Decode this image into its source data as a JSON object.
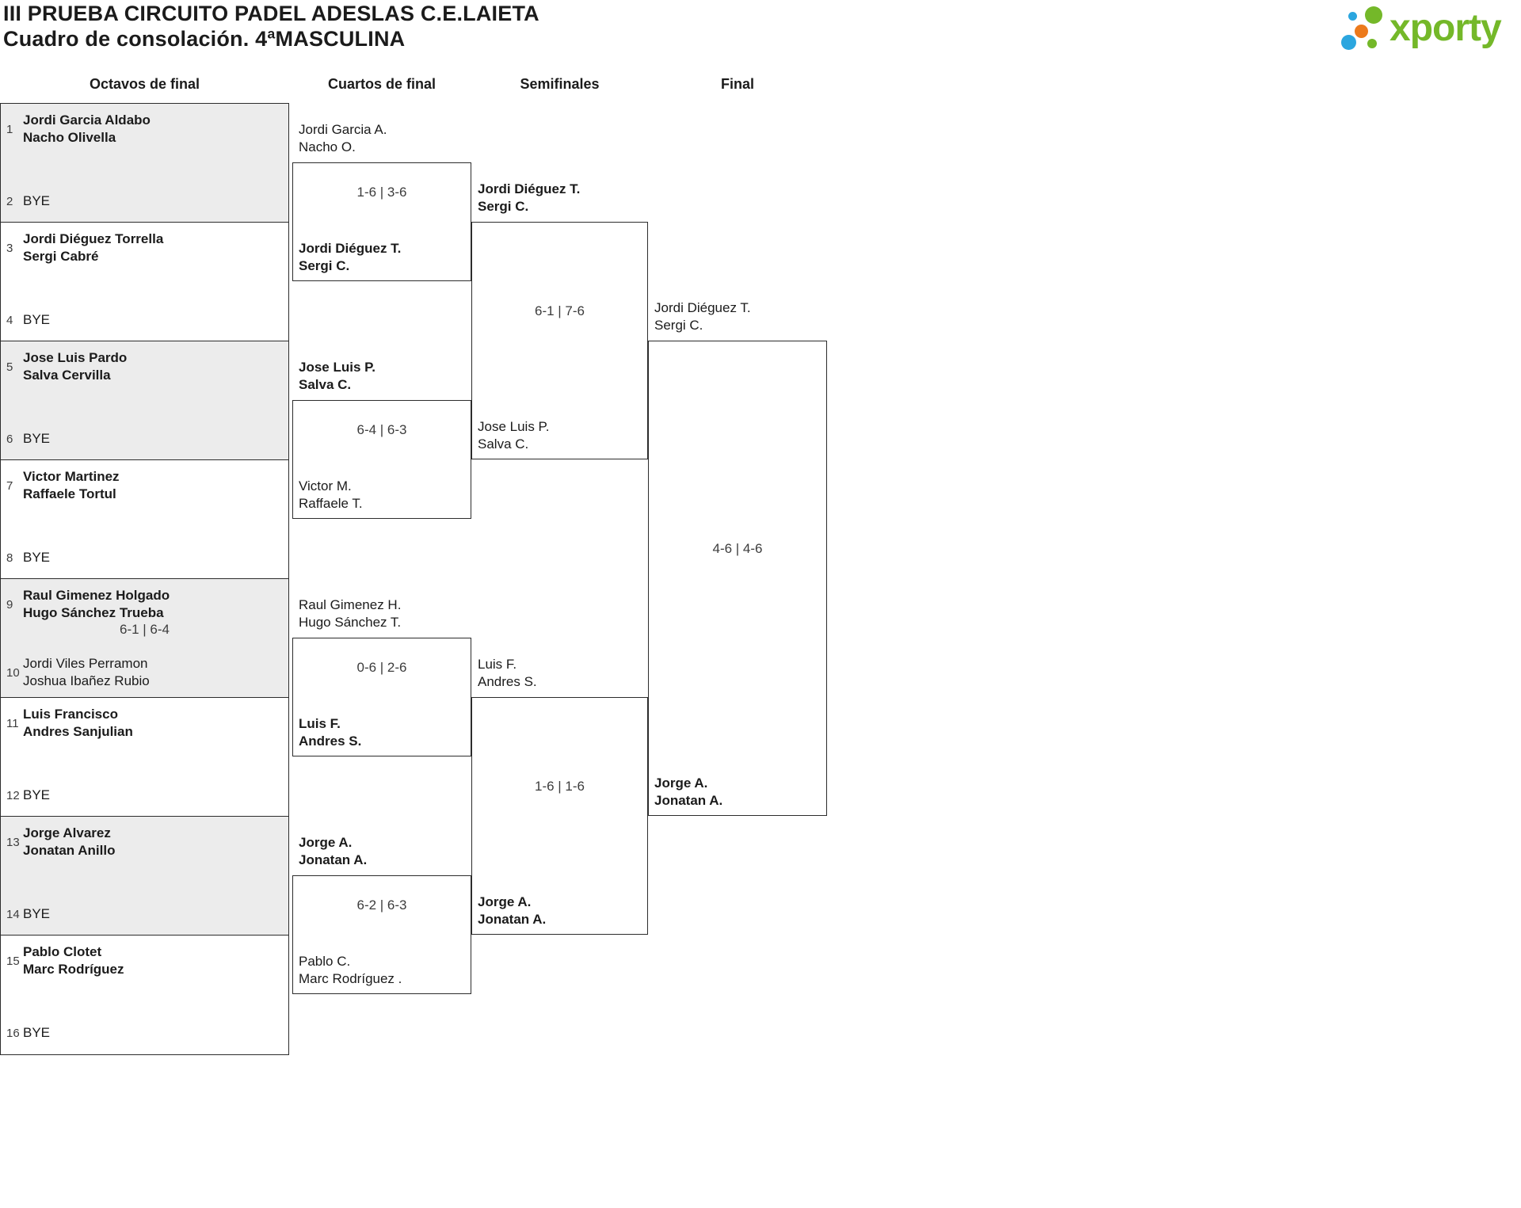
{
  "header": {
    "title_line1": "III PRUEBA CIRCUITO PADEL ADESLAS C.E.LAIETA",
    "title_line2": "Cuadro de consolación. 4ªMASCULINA",
    "logo_text": "xporty"
  },
  "colors": {
    "logo_green": "#74b829",
    "logo_blue": "#2ba6df",
    "logo_orange": "#ec7a1c",
    "bracket_line": "#2c2c2c",
    "match_shade": "#ececec"
  },
  "rounds": [
    "Octavos de final",
    "Cuartos de final",
    "Semifinales",
    "Final"
  ],
  "bracket": {
    "octavos_slots": [
      {
        "num": "1",
        "line1": "Jordi Garcia Aldabo",
        "line2": "Nacho Olivella",
        "winner": true
      },
      {
        "num": "2",
        "line1": "BYE"
      },
      {
        "num": "3",
        "line1": "Jordi Diéguez Torrella",
        "line2": "Sergi Cabré",
        "winner": true
      },
      {
        "num": "4",
        "line1": "BYE"
      },
      {
        "num": "5",
        "line1": "Jose Luis Pardo",
        "line2": "Salva Cervilla",
        "winner": true
      },
      {
        "num": "6",
        "line1": "BYE"
      },
      {
        "num": "7",
        "line1": "Victor Martinez",
        "line2": "Raffaele Tortul",
        "winner": true
      },
      {
        "num": "8",
        "line1": "BYE"
      },
      {
        "num": "9",
        "line1": "Raul Gimenez Holgado",
        "line2": "Hugo Sánchez Trueba",
        "winner": true
      },
      {
        "num": "10",
        "line1": "Jordi Viles Perramon",
        "line2": "Joshua Ibañez Rubio",
        "winner": false
      },
      {
        "num": "11",
        "line1": "Luis Francisco",
        "line2": "Andres Sanjulian",
        "winner": true
      },
      {
        "num": "12",
        "line1": "BYE"
      },
      {
        "num": "13",
        "line1": "Jorge Alvarez",
        "line2": "Jonatan Anillo",
        "winner": true
      },
      {
        "num": "14",
        "line1": "BYE"
      },
      {
        "num": "15",
        "line1": "Pablo Clotet",
        "line2": "Marc Rodríguez",
        "winner": true
      },
      {
        "num": "16",
        "line1": "BYE"
      }
    ],
    "octavos_score": "6-1 | 6-4",
    "cuartos_entries": [
      {
        "line1": "Jordi Garcia A.",
        "line2": "Nacho O.",
        "winner": false
      },
      {
        "line1": "Jordi Diéguez T.",
        "line2": "Sergi C.",
        "winner": true
      },
      {
        "line1": "Jose Luis P.",
        "line2": "Salva C.",
        "winner": true
      },
      {
        "line1": "Victor M.",
        "line2": "Raffaele T.",
        "winner": false
      },
      {
        "line1": "Raul Gimenez H.",
        "line2": "Hugo Sánchez T.",
        "winner": false
      },
      {
        "line1": "Luis F.",
        "line2": "Andres S.",
        "winner": true
      },
      {
        "line1": "Jorge A.",
        "line2": "Jonatan A.",
        "winner": true
      },
      {
        "line1": "Pablo C.",
        "line2": "Marc Rodríguez .",
        "winner": false
      }
    ],
    "cuartos_scores": [
      "1-6 | 3-6",
      "6-4 | 6-3",
      "0-6 | 2-6",
      "6-2 | 6-3"
    ],
    "semis_entries": [
      {
        "line1": "Jordi Diéguez T.",
        "line2": "Sergi C.",
        "winner": true
      },
      {
        "line1": "Jose Luis P.",
        "line2": "Salva C.",
        "winner": false
      },
      {
        "line1": "Luis F.",
        "line2": "Andres S.",
        "winner": false
      },
      {
        "line1": "Jorge A.",
        "line2": "Jonatan A.",
        "winner": true
      }
    ],
    "semis_scores": [
      "6-1 | 7-6",
      "1-6 | 1-6"
    ],
    "final_entries": [
      {
        "line1": "Jordi Diéguez T.",
        "line2": "Sergi C.",
        "winner": false
      },
      {
        "line1": "Jorge A.",
        "line2": "Jonatan A.",
        "winner": true
      }
    ],
    "final_score": "4-6 | 4-6"
  }
}
